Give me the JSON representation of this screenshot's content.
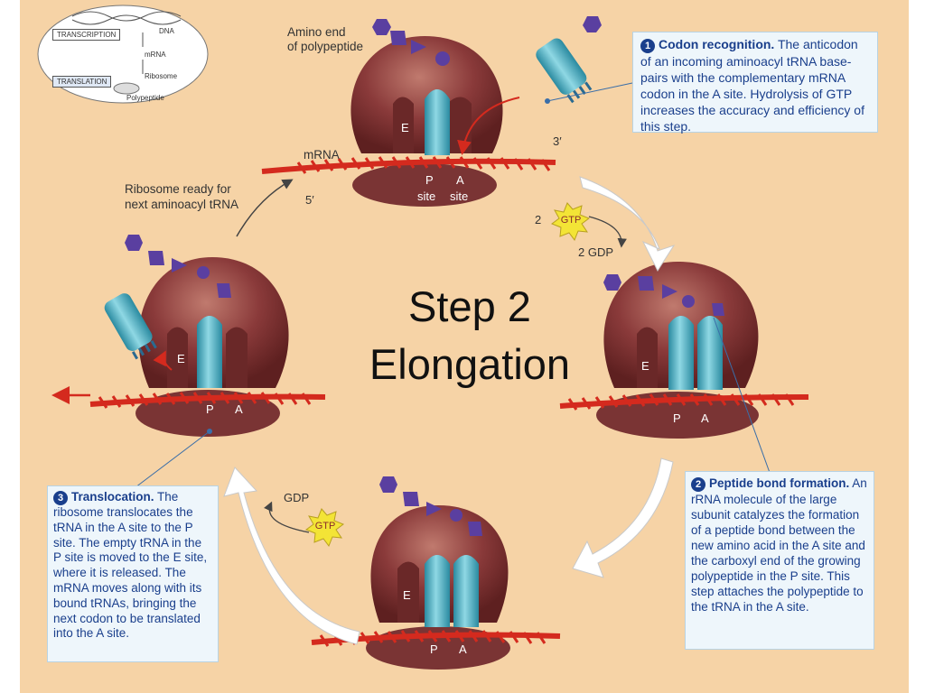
{
  "step": {
    "line1": "Step 2",
    "line2": "Elongation"
  },
  "inset": {
    "transcription": "TRANSCRIPTION",
    "dna": "DNA",
    "mrna": "mRNA",
    "translation": "TRANSLATION",
    "ribosome": "Ribosome",
    "polypeptide": "Polypeptide"
  },
  "labels": {
    "amino_end_1": "Amino end",
    "amino_end_2": "of polypeptide",
    "mrna": "mRNA",
    "three_prime": "3′",
    "five_prime": "5′",
    "p": "P",
    "a": "A",
    "e": "E",
    "site": "site",
    "ready_1": "Ribosome ready for",
    "ready_2": "next aminoacyl tRNA",
    "gtp": "GTP",
    "two": "2",
    "two_gdp": "2 GDP",
    "gdp": "GDP"
  },
  "steps": [
    {
      "num": "1",
      "title": "Codon recognition.",
      "text": "The anticodon of an incoming aminoacyl tRNA base-pairs with the complementary mRNA codon in the A site. Hydrolysis of GTP increases the accuracy and efficiency of this step."
    },
    {
      "num": "2",
      "title": "Peptide bond formation.",
      "text": "An rRNA molecule of the large subunit catalyzes the formation of a peptide bond between the new amino acid in the A site and the carboxyl end of the growing polypeptide in the P site. This step attaches the polypeptide to the tRNA in the A site."
    },
    {
      "num": "3",
      "title": "Translocation.",
      "text": "The ribosome translocates the tRNA in the A site to the P site. The empty tRNA in the P site is moved to the E site, where it is released. The mRNA moves along with its bound tRNAs, bringing the next codon to be translated into the A site."
    }
  ],
  "colors": {
    "background": "#f6d3a6",
    "ribosome_large": "#8a3a3a",
    "ribosome_small": "#7a3434",
    "trna": "#4fb3c6",
    "mrna": "#d42a1e",
    "amino_acid": "#5a3fa0",
    "gtp": "#f3e436",
    "box_text": "#1a3f8c"
  }
}
